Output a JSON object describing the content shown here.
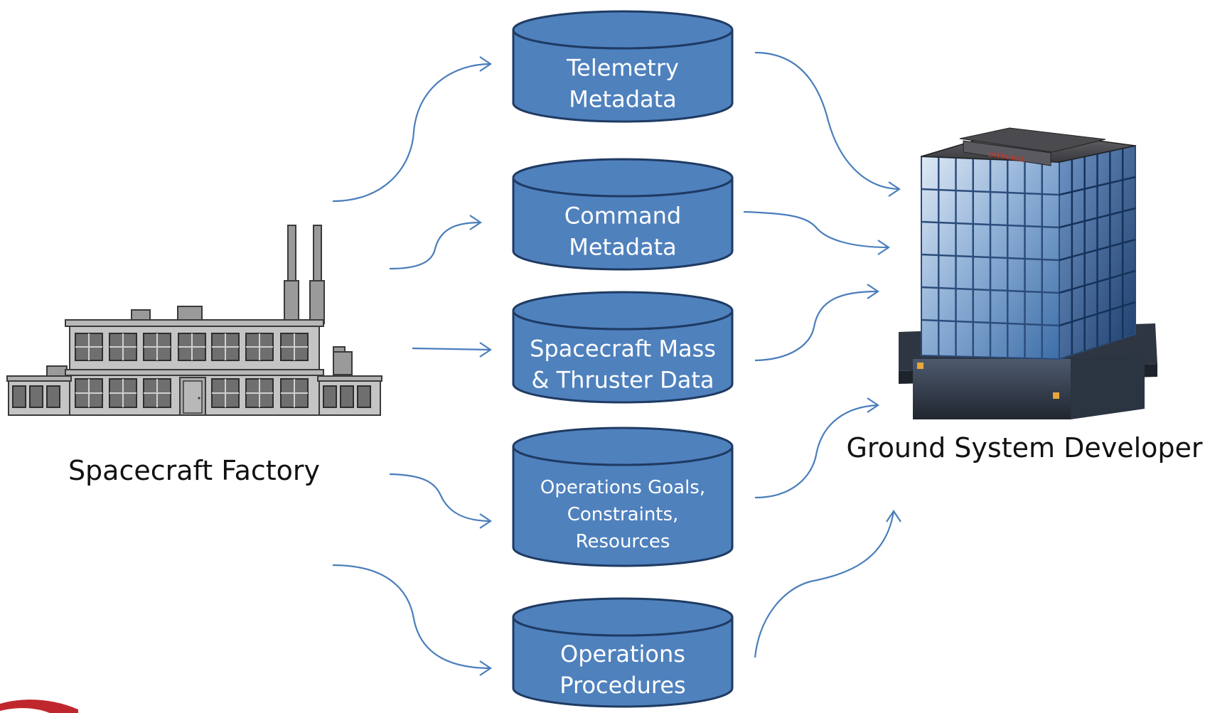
{
  "source": {
    "label": "Spacecraft Factory",
    "icon": "factory-icon"
  },
  "target": {
    "label": "Ground System Developer",
    "icon": "office-building-icon",
    "sign_text": "INTEGRAL"
  },
  "data_stores": [
    {
      "id": "telemetry",
      "lines": [
        "Telemetry",
        "Metadata"
      ]
    },
    {
      "id": "command",
      "lines": [
        "Command",
        "Metadata"
      ]
    },
    {
      "id": "mass",
      "lines": [
        "Spacecraft Mass",
        "& Thruster Data"
      ]
    },
    {
      "id": "ops-goals",
      "lines": [
        "Operations Goals,",
        "Constraints,",
        "Resources"
      ]
    },
    {
      "id": "procedures",
      "lines": [
        "Operations",
        "Procedures"
      ]
    }
  ],
  "colors": {
    "cylinder_fill": "#4f81bd",
    "cylinder_stroke": "#1f3b63",
    "arrow": "#4a7ebb"
  }
}
